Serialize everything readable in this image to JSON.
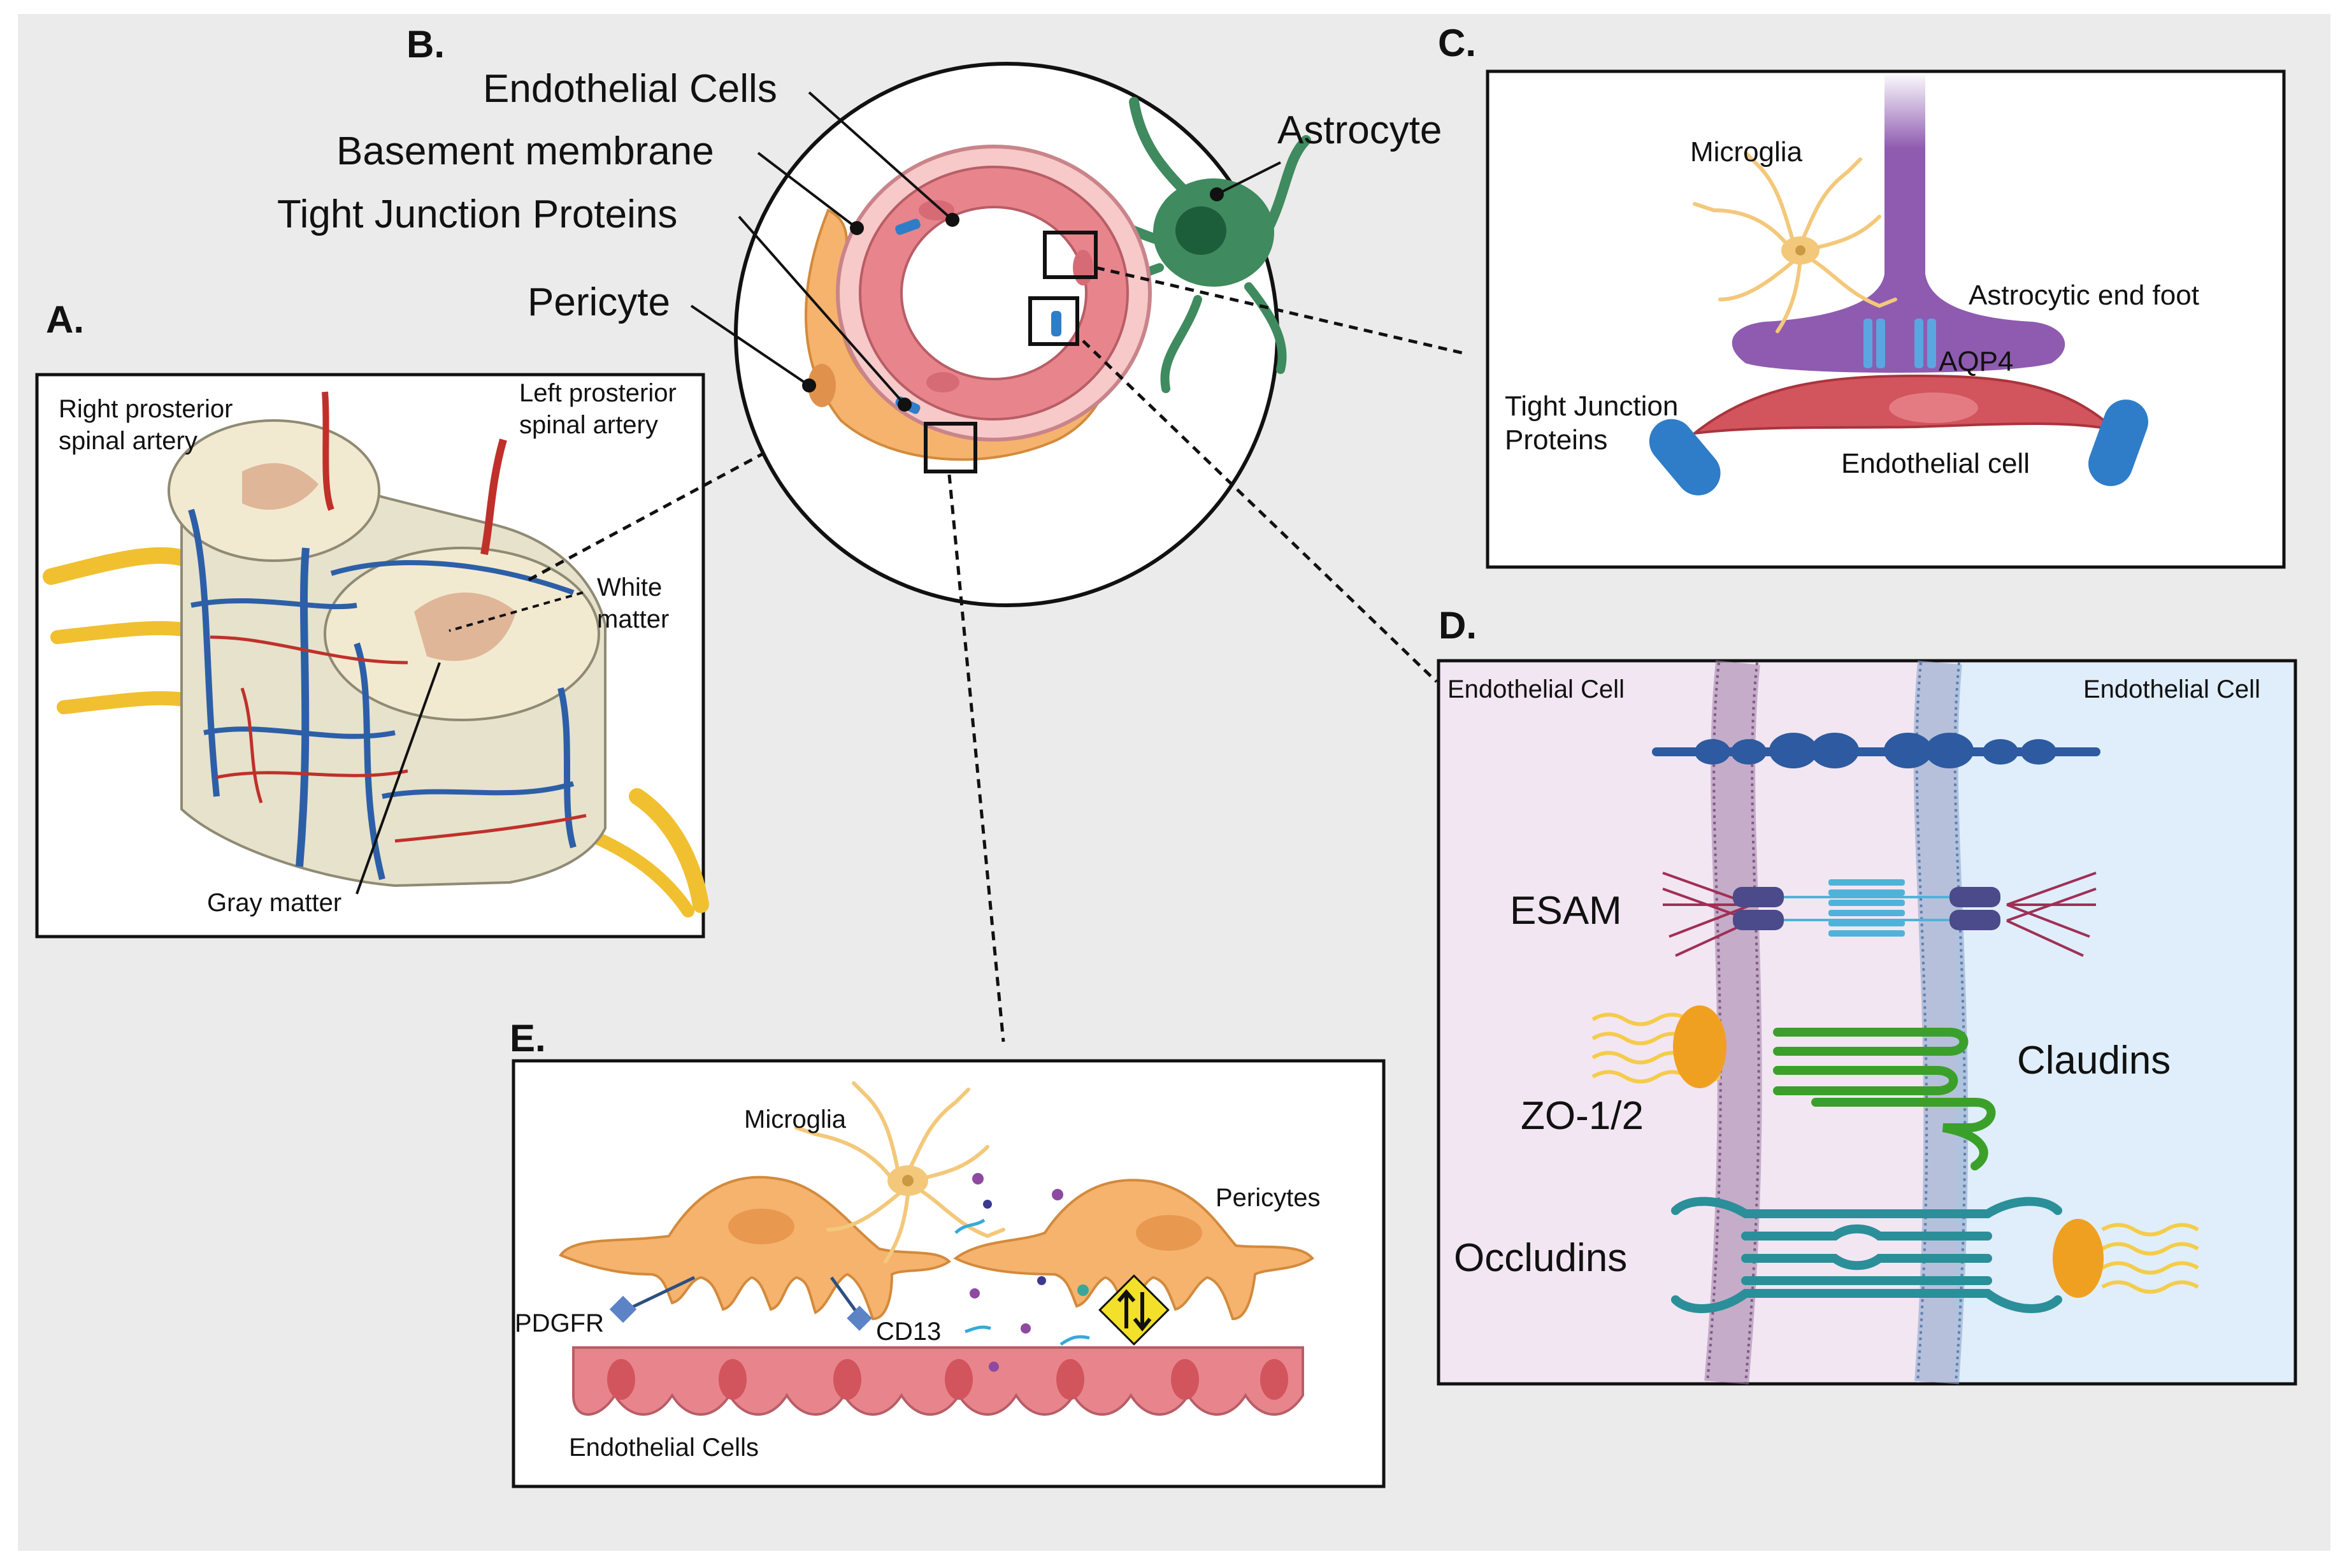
{
  "panels": {
    "a": {
      "letter": "A.",
      "labels": {
        "right_artery_1": "Right prosterior",
        "right_artery_2": "spinal artery",
        "left_artery_1": "Left prosterior",
        "left_artery_2": "spinal artery",
        "white_1": "White",
        "white_2": "matter",
        "gray": "Gray matter"
      }
    },
    "b": {
      "letter": "B.",
      "labels": {
        "endothelial": "Endothelial Cells",
        "basement": "Basement membrane",
        "tight": "Tight Junction Proteins",
        "pericyte": "Pericyte",
        "astrocyte": "Astrocyte"
      }
    },
    "c": {
      "letter": "C.",
      "labels": {
        "microglia": "Microglia",
        "endfoot": "Astrocytic end foot",
        "aqp4": "AQP4",
        "tight_1": "Tight Junction",
        "tight_2": "Proteins",
        "endothelial": "Endothelial cell"
      }
    },
    "d": {
      "letter": "D.",
      "labels": {
        "left_cell": "Endothelial Cell",
        "right_cell": "Endothelial Cell",
        "esam": "ESAM",
        "zo": "ZO-1/2",
        "claudins": "Claudins",
        "occludins": "Occludins"
      }
    },
    "e": {
      "letter": "E.",
      "labels": {
        "microglia": "Microglia",
        "pericytes": "Pericytes",
        "pdgfr": "PDGFR",
        "cd13": "CD13",
        "endothelial": "Endothelial Cells"
      }
    }
  },
  "colors": {
    "background": "#ebebeb",
    "endothelial": "#e8858c",
    "pericyte": "#f5b36e",
    "astrocyte": "#3f8a5e",
    "astrocytic_end_foot": "#8e5bb0",
    "tight_junction": "#2f7dc8",
    "microglia": "#f3c87a",
    "claudin": "#3aa02a",
    "occludin": "#2a8f99",
    "esam": "#4b4a8a",
    "zo": "#f0a020"
  }
}
